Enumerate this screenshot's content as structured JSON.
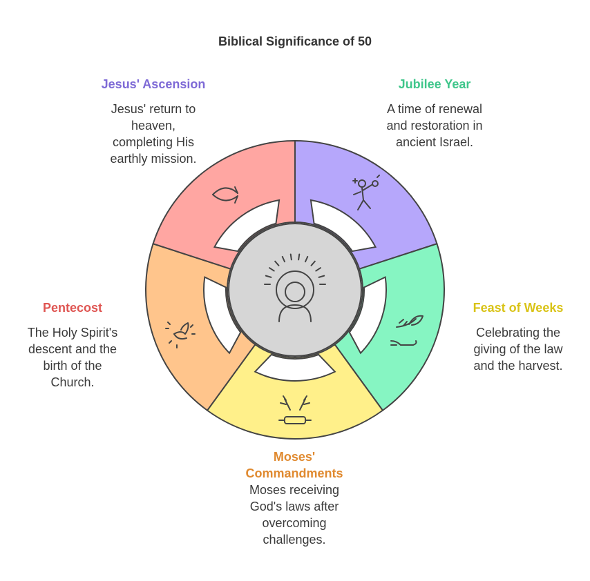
{
  "title": "Biblical Significance of 50",
  "segments": [
    {
      "key": "jesus",
      "title": "Jesus' Ascension",
      "description": [
        "Jesus' return to",
        "heaven,",
        "completing His",
        "earthly mission."
      ],
      "color": "#b6a7fb",
      "title_color": "#7e6ad6",
      "icon": "fish-icon"
    },
    {
      "key": "jubilee",
      "title": "Jubilee Year",
      "description": [
        "A time of renewal",
        "and restoration in",
        "ancient Israel."
      ],
      "color": "#86f5c2",
      "title_color": "#3fc68b",
      "icon": "celebrating-person-icon"
    },
    {
      "key": "feast",
      "title": "Feast of Weeks",
      "description": [
        "Celebrating the",
        "giving of the law",
        "and the harvest."
      ],
      "color": "#fff08a",
      "title_color": "#d9c317",
      "icon": "wheat-harvest-icon"
    },
    {
      "key": "moses",
      "title": [
        "Moses'",
        "Commandments"
      ],
      "description": [
        "Moses receiving",
        "God's laws after",
        "overcoming",
        "challenges."
      ],
      "color": "#ffc58c",
      "title_color": "#e08a30",
      "icon": "scroll-laurel-icon"
    },
    {
      "key": "pentecost",
      "title": "Pentecost",
      "description": [
        "The Holy Spirit's",
        "descent and the",
        "birth of the",
        "Church."
      ],
      "color": "#ffa6a2",
      "title_color": "#df5552",
      "icon": "dove-icon"
    }
  ],
  "center": {
    "color": "#d6d6d6",
    "icon": "radiant-person-icon"
  }
}
